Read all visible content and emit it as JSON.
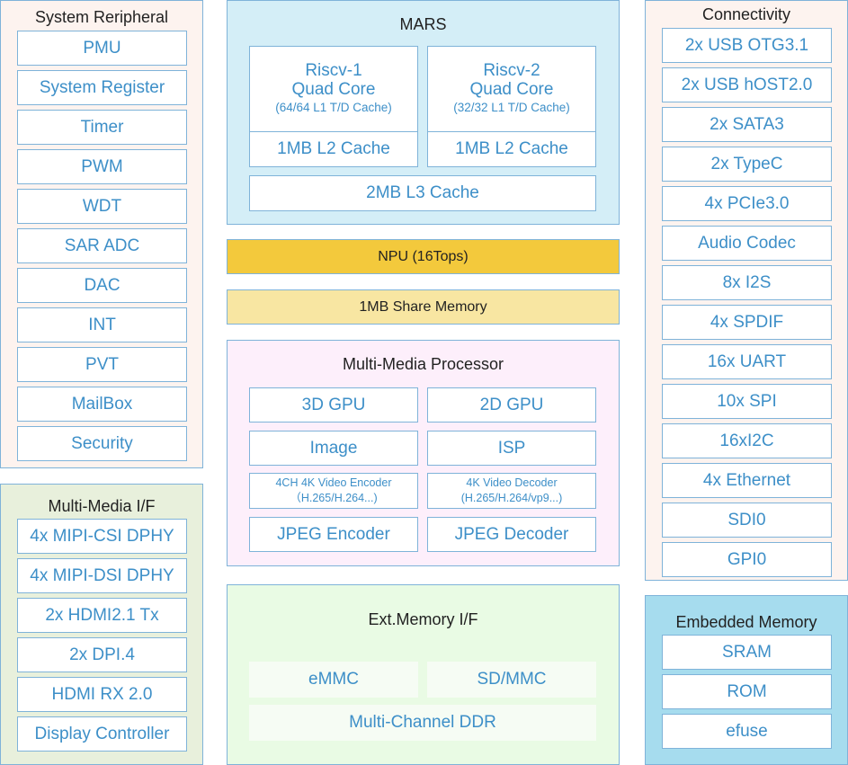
{
  "colors": {
    "border": "#7fb3d9",
    "box_text": "#3d8fc8",
    "peripheral_bg": "#fdf3ef",
    "mmif_bg": "#e8f0dc",
    "mars_bg": "#d4eef7",
    "npu_bg": "#f3c93c",
    "share_bg": "#f8e6a2",
    "mmp_bg": "#fdeffb",
    "extmem_bg": "#e9fbe4",
    "connectivity_bg": "#fdf3ef",
    "embedded_bg": "#a6dcee"
  },
  "system_peripheral": {
    "title": "System Reripheral",
    "items": [
      "PMU",
      "System Register",
      "Timer",
      "PWM",
      "WDT",
      "SAR ADC",
      "DAC",
      "INT",
      "PVT",
      "MailBox",
      "Security"
    ]
  },
  "multimedia_if": {
    "title": "Multi-Media I/F",
    "items": [
      "4x MIPI-CSI DPHY",
      "4x MIPI-DSI DPHY",
      "2x HDMI2.1 Tx",
      "2x DPI.4",
      "HDMI RX 2.0",
      "Display Controller"
    ]
  },
  "mars": {
    "title": "MARS",
    "core1": {
      "name": "Riscv-1",
      "sub": "Quad Core",
      "cache": "(64/64 L1 T/D Cache)"
    },
    "core2": {
      "name": "Riscv-2",
      "sub": "Quad Core",
      "cache": "(32/32 L1 T/D Cache)"
    },
    "l2_1": "1MB L2 Cache",
    "l2_2": "1MB L2 Cache",
    "l3": "2MB L3 Cache"
  },
  "npu": "NPU (16Tops)",
  "share_memory": "1MB Share Memory",
  "multimedia_processor": {
    "title": "Multi-Media Processor",
    "gpu3d": "3D GPU",
    "gpu2d": "2D GPU",
    "image": "Image",
    "isp": "ISP",
    "encoder": {
      "line1": "4CH 4K Video Encoder",
      "line2": "（H.265/H.264...)"
    },
    "decoder": {
      "line1": "4K Video Decoder",
      "line2": "(H.265/H.264/vp9...)"
    },
    "jpeg_enc": "JPEG Encoder",
    "jpeg_dec": "JPEG Decoder"
  },
  "ext_memory": {
    "title": "Ext.Memory I/F",
    "emmc": "eMMC",
    "sdmmc": "SD/MMC",
    "ddr": "Multi-Channel DDR"
  },
  "connectivity": {
    "title": "Connectivity",
    "items": [
      "2x USB OTG3.1",
      "2x USB hOST2.0",
      "2x SATA3",
      "2x TypeC",
      "4x PCIe3.0",
      "Audio Codec",
      "8x I2S",
      "4x SPDIF",
      "16x UART",
      "10x SPI",
      "16xI2C",
      "4x Ethernet",
      "SDI0",
      "GPI0"
    ]
  },
  "embedded_memory": {
    "title": "Embedded Memory",
    "items": [
      "SRAM",
      "ROM",
      "efuse"
    ]
  }
}
